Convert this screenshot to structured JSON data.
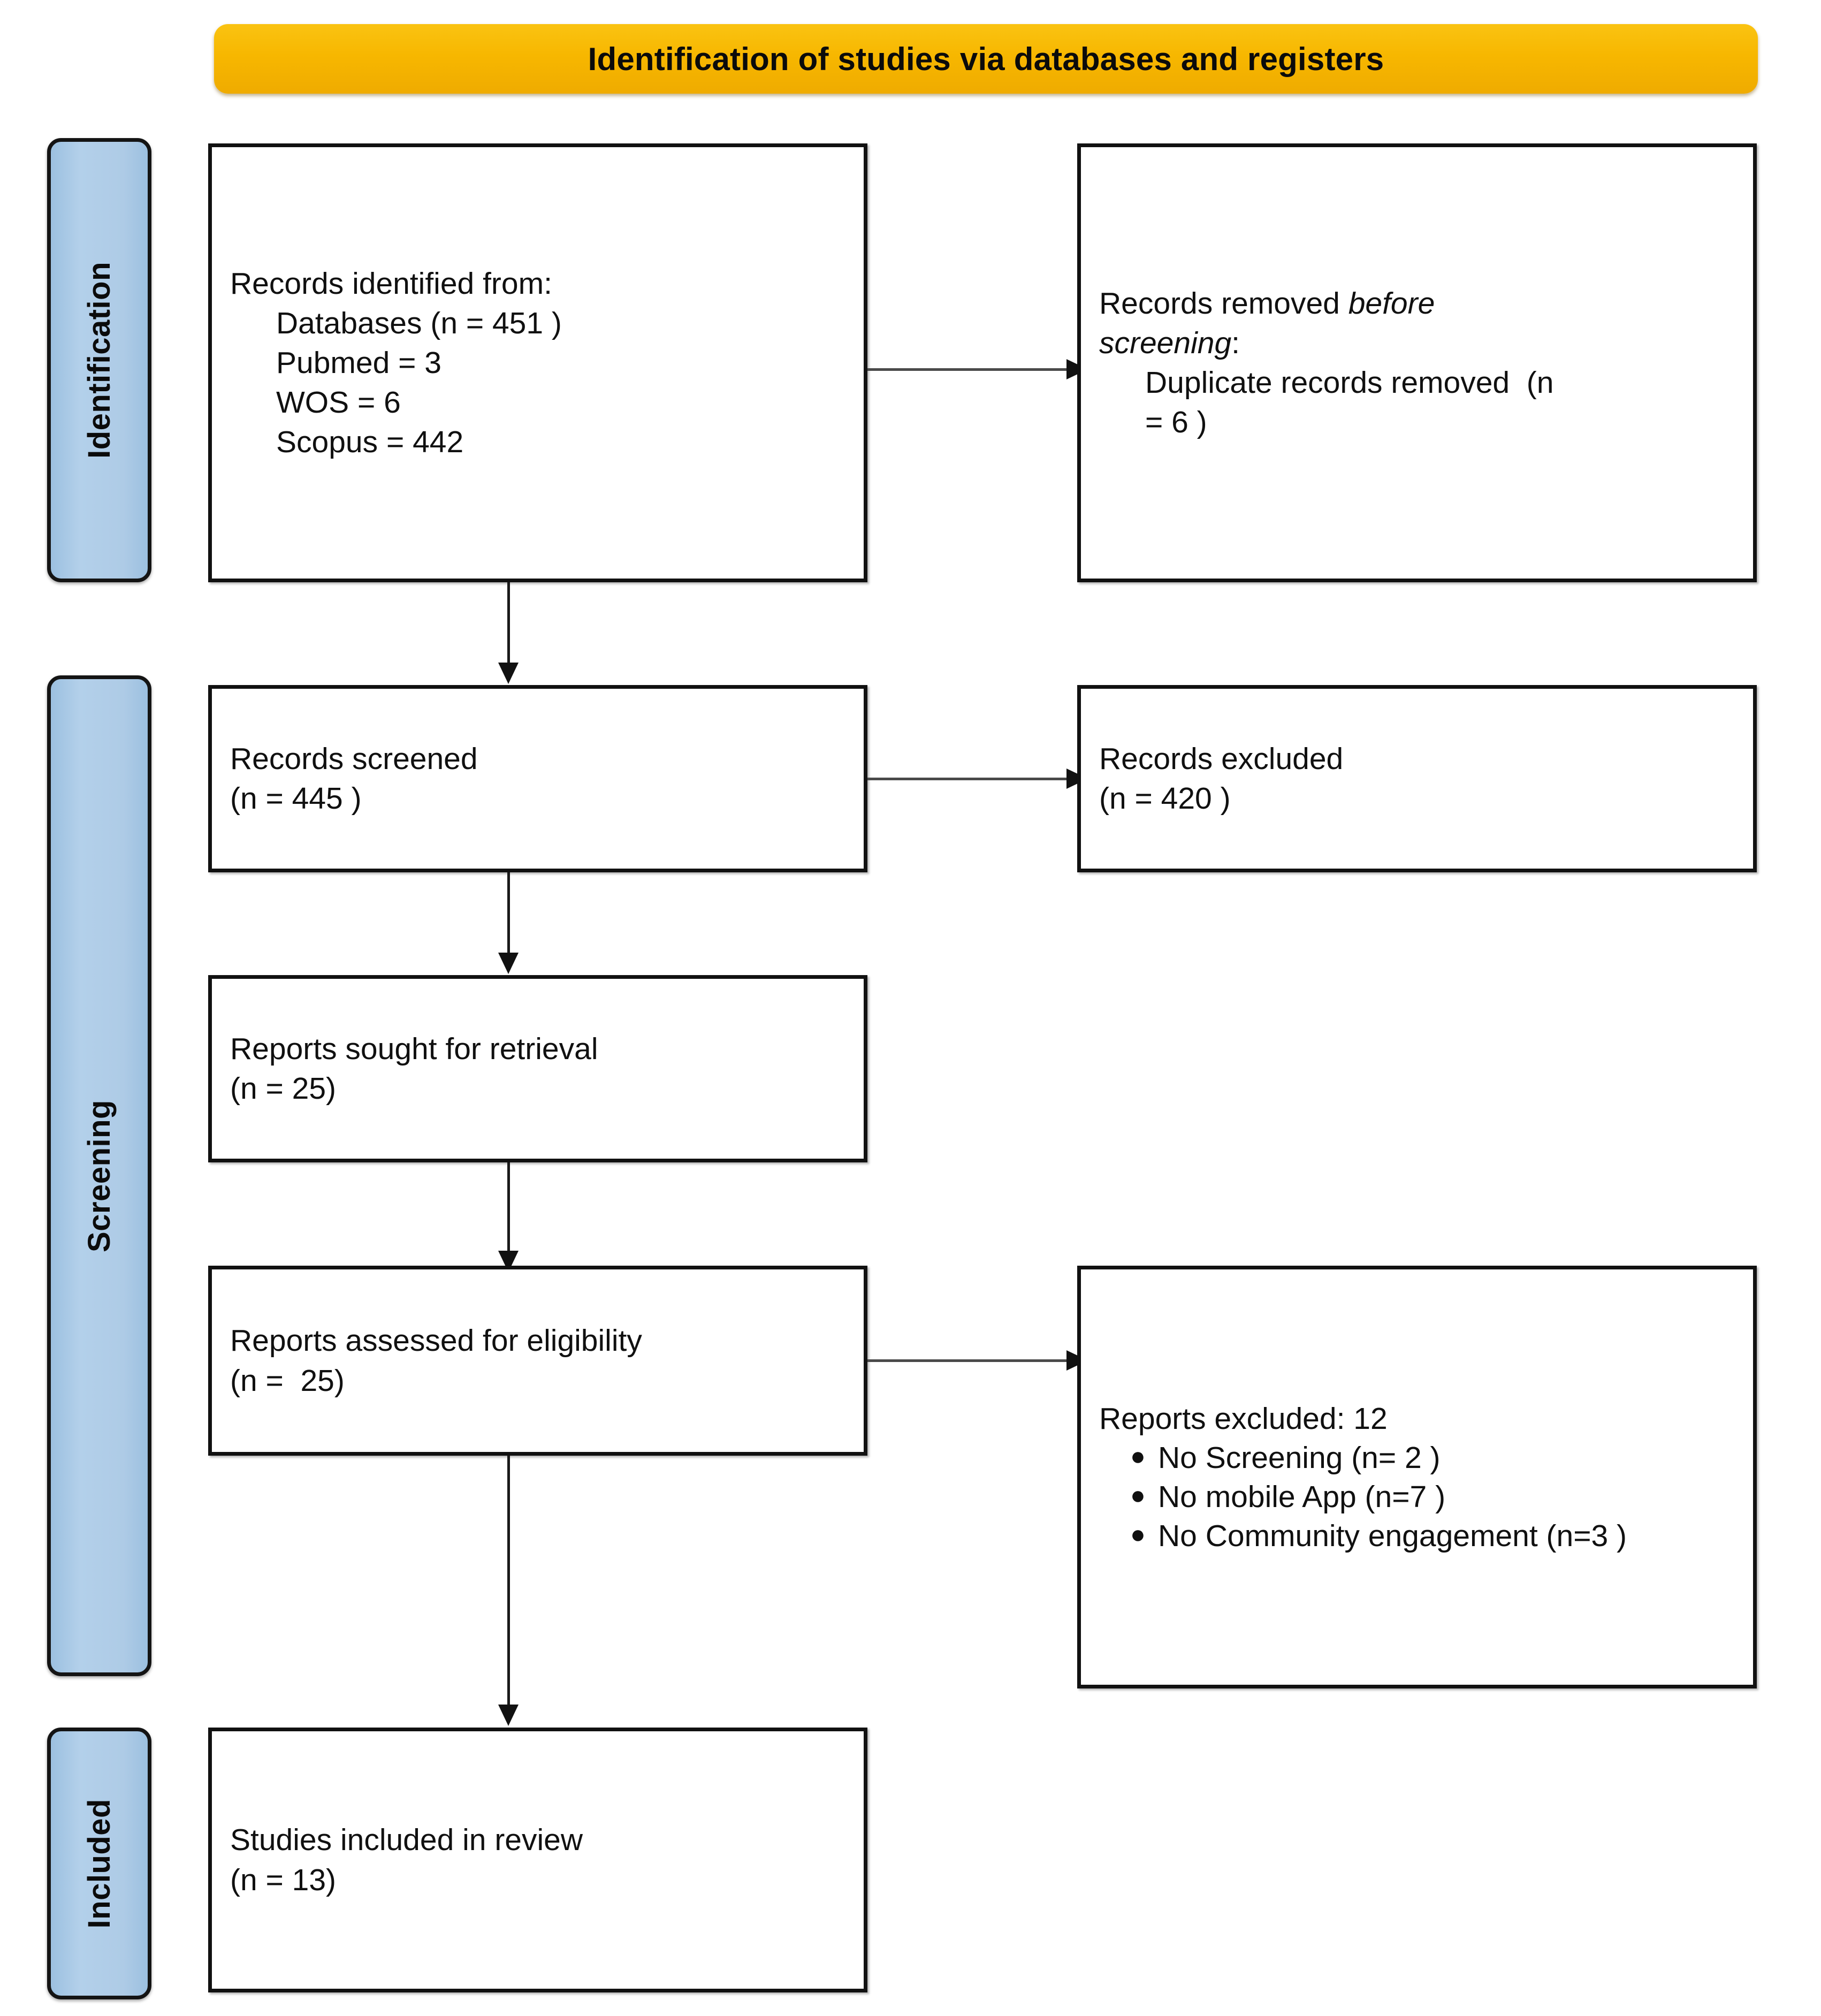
{
  "banner": {
    "title": "Identification of studies via databases and registers",
    "color": "#F7B700"
  },
  "stages": [
    {
      "label": "Identification"
    },
    {
      "label": "Screening"
    },
    {
      "label": "Included"
    }
  ],
  "stage_color": "#AECBE6",
  "boxes": {
    "records_identified": {
      "lines": [
        "Records identified from:",
        "Databases (n = 451 )",
        "Pubmed = 3",
        "WOS = 6",
        "Scopus = 442"
      ]
    },
    "records_removed": {
      "line1_prefix": "Records removed ",
      "line1_italic": "before",
      "line2_italic": "screening",
      "line2_suffix": ":",
      "line3": "Duplicate records removed  (n",
      "line4": "= 6 )"
    },
    "records_screened": {
      "line1": "Records screened",
      "line2": "(n = 445 )"
    },
    "records_excluded": {
      "line1": "Records excluded",
      "line2": "(n = 420 )"
    },
    "reports_sought": {
      "line1": "Reports sought for retrieval",
      "line2": "(n = 25)"
    },
    "reports_assessed": {
      "line1": "Reports assessed for eligibility",
      "line2": "(n =  25)"
    },
    "reports_excluded": {
      "heading": "Reports excluded: 12",
      "bullet_glyph": "●",
      "items": [
        "No Screening (n= 2 )",
        "No mobile App (n=7 )",
        "No Community engagement (n=3 )"
      ]
    },
    "studies_included": {
      "line1": "Studies included in review",
      "line2": "(n = 13)"
    }
  },
  "chart_data": {
    "type": "diagram",
    "title": "Identification of studies via databases and registers",
    "nodes": [
      {
        "id": "records_identified",
        "stage": "Identification",
        "column": "left",
        "label": "Records identified from: Databases (n = 451 ); Pubmed = 3; WOS = 6; Scopus = 442",
        "n": 451
      },
      {
        "id": "records_removed",
        "stage": "Identification",
        "column": "right",
        "label": "Records removed before screening: Duplicate records removed (n = 6 )",
        "n": 6
      },
      {
        "id": "records_screened",
        "stage": "Screening",
        "column": "left",
        "label": "Records screened (n = 445 )",
        "n": 445
      },
      {
        "id": "records_excluded",
        "stage": "Screening",
        "column": "right",
        "label": "Records excluded (n = 420 )",
        "n": 420
      },
      {
        "id": "reports_sought",
        "stage": "Screening",
        "column": "left",
        "label": "Reports sought for retrieval (n = 25)",
        "n": 25
      },
      {
        "id": "reports_assessed",
        "stage": "Screening",
        "column": "left",
        "label": "Reports assessed for eligibility (n = 25)",
        "n": 25
      },
      {
        "id": "reports_excluded",
        "stage": "Screening",
        "column": "right",
        "label": "Reports excluded: 12",
        "n": 12
      },
      {
        "id": "studies_included",
        "stage": "Included",
        "column": "left",
        "label": "Studies included in review (n = 13)",
        "n": 13
      }
    ],
    "edges": [
      {
        "from": "records_identified",
        "to": "records_removed",
        "direction": "right"
      },
      {
        "from": "records_identified",
        "to": "records_screened",
        "direction": "down"
      },
      {
        "from": "records_screened",
        "to": "records_excluded",
        "direction": "right"
      },
      {
        "from": "records_screened",
        "to": "reports_sought",
        "direction": "down"
      },
      {
        "from": "reports_sought",
        "to": "reports_assessed",
        "direction": "down"
      },
      {
        "from": "reports_assessed",
        "to": "reports_excluded",
        "direction": "right"
      },
      {
        "from": "reports_assessed",
        "to": "studies_included",
        "direction": "down"
      }
    ]
  }
}
